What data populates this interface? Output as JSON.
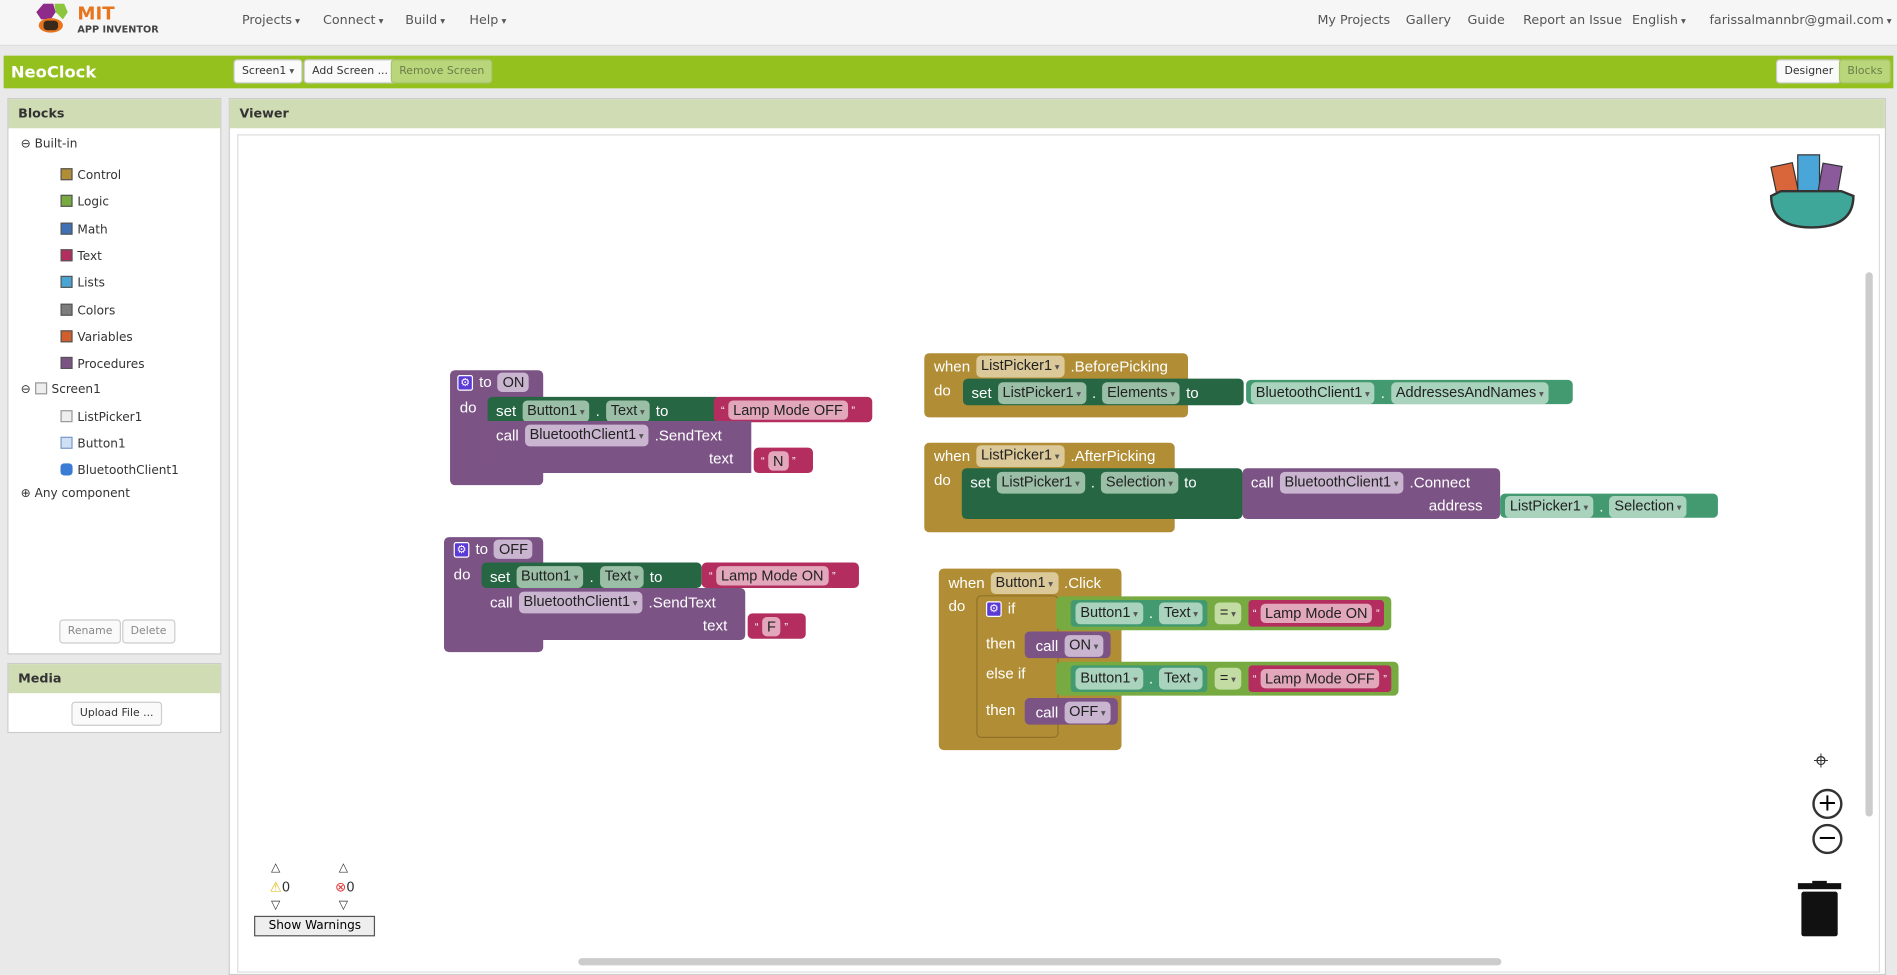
{
  "header": {
    "logo_line1": "MIT",
    "logo_line2": "APP INVENTOR",
    "menus": [
      "Projects",
      "Connect",
      "Build",
      "Help"
    ],
    "right": [
      "My Projects",
      "Gallery",
      "Guide",
      "Report an Issue",
      "English",
      "farissalmannbr@gmail.com"
    ]
  },
  "projectbar": {
    "title": "NeoClock",
    "screen": "Screen1",
    "add_screen": "Add Screen ...",
    "remove_screen": "Remove Screen",
    "designer": "Designer",
    "blocks": "Blocks"
  },
  "blocks_panel": {
    "title": "Blocks",
    "builtin": "Built-in",
    "categories": [
      {
        "label": "Control",
        "color": "#b18e35"
      },
      {
        "label": "Logic",
        "color": "#77ab41"
      },
      {
        "label": "Math",
        "color": "#3f71b5"
      },
      {
        "label": "Text",
        "color": "#b32d5e"
      },
      {
        "label": "Lists",
        "color": "#49a6d4"
      },
      {
        "label": "Colors",
        "color": "#7d7d7d"
      },
      {
        "label": "Variables",
        "color": "#d05f2d"
      },
      {
        "label": "Procedures",
        "color": "#7c5385"
      }
    ],
    "screen": "Screen1",
    "components": [
      "ListPicker1",
      "Button1",
      "BluetoothClient1"
    ],
    "any": "Any component",
    "rename": "Rename",
    "delete": "Delete"
  },
  "media": {
    "title": "Media",
    "upload": "Upload File ..."
  },
  "viewer": {
    "title": "Viewer",
    "warnings_count": "0",
    "errors_count": "0",
    "show_warnings": "Show Warnings"
  },
  "code": {
    "kw": {
      "to": "to",
      "do": "do",
      "set": "set",
      "call": "call",
      "text": "text",
      "when": "when",
      "dot": ".",
      "if": "if",
      "then": "then",
      "elseif": "else if",
      "address": "address",
      "eq": "=",
      "lq": "“",
      "rq": "”"
    },
    "proc_on": {
      "name": "ON",
      "comp": "Button1",
      "prop": "Text",
      "value": "Lamp Mode OFF",
      "bt": "BluetoothClient1",
      "method": ".SendText",
      "arg": "N"
    },
    "proc_off": {
      "name": "OFF",
      "comp": "Button1",
      "prop": "Text",
      "value": "Lamp Mode ON",
      "bt": "BluetoothClient1",
      "method": ".SendText",
      "arg": "F"
    },
    "before": {
      "comp": "ListPicker1",
      "event": ".BeforePicking",
      "prop": "Elements",
      "bt": "BluetoothClient1",
      "bprop": "AddressesAndNames"
    },
    "after": {
      "comp": "ListPicker1",
      "event": ".AfterPicking",
      "prop": "Selection",
      "bt": "BluetoothClient1",
      "method": ".Connect",
      "lp": "ListPicker1",
      "lprop": "Selection"
    },
    "click": {
      "comp": "Button1",
      "event": ".Click",
      "c1": "Button1",
      "p1": "Text",
      "v1": "Lamp Mode ON",
      "call1": "ON",
      "c2": "Button1",
      "p2": "Text",
      "v2": "Lamp Mode OFF",
      "call2": "OFF"
    }
  }
}
